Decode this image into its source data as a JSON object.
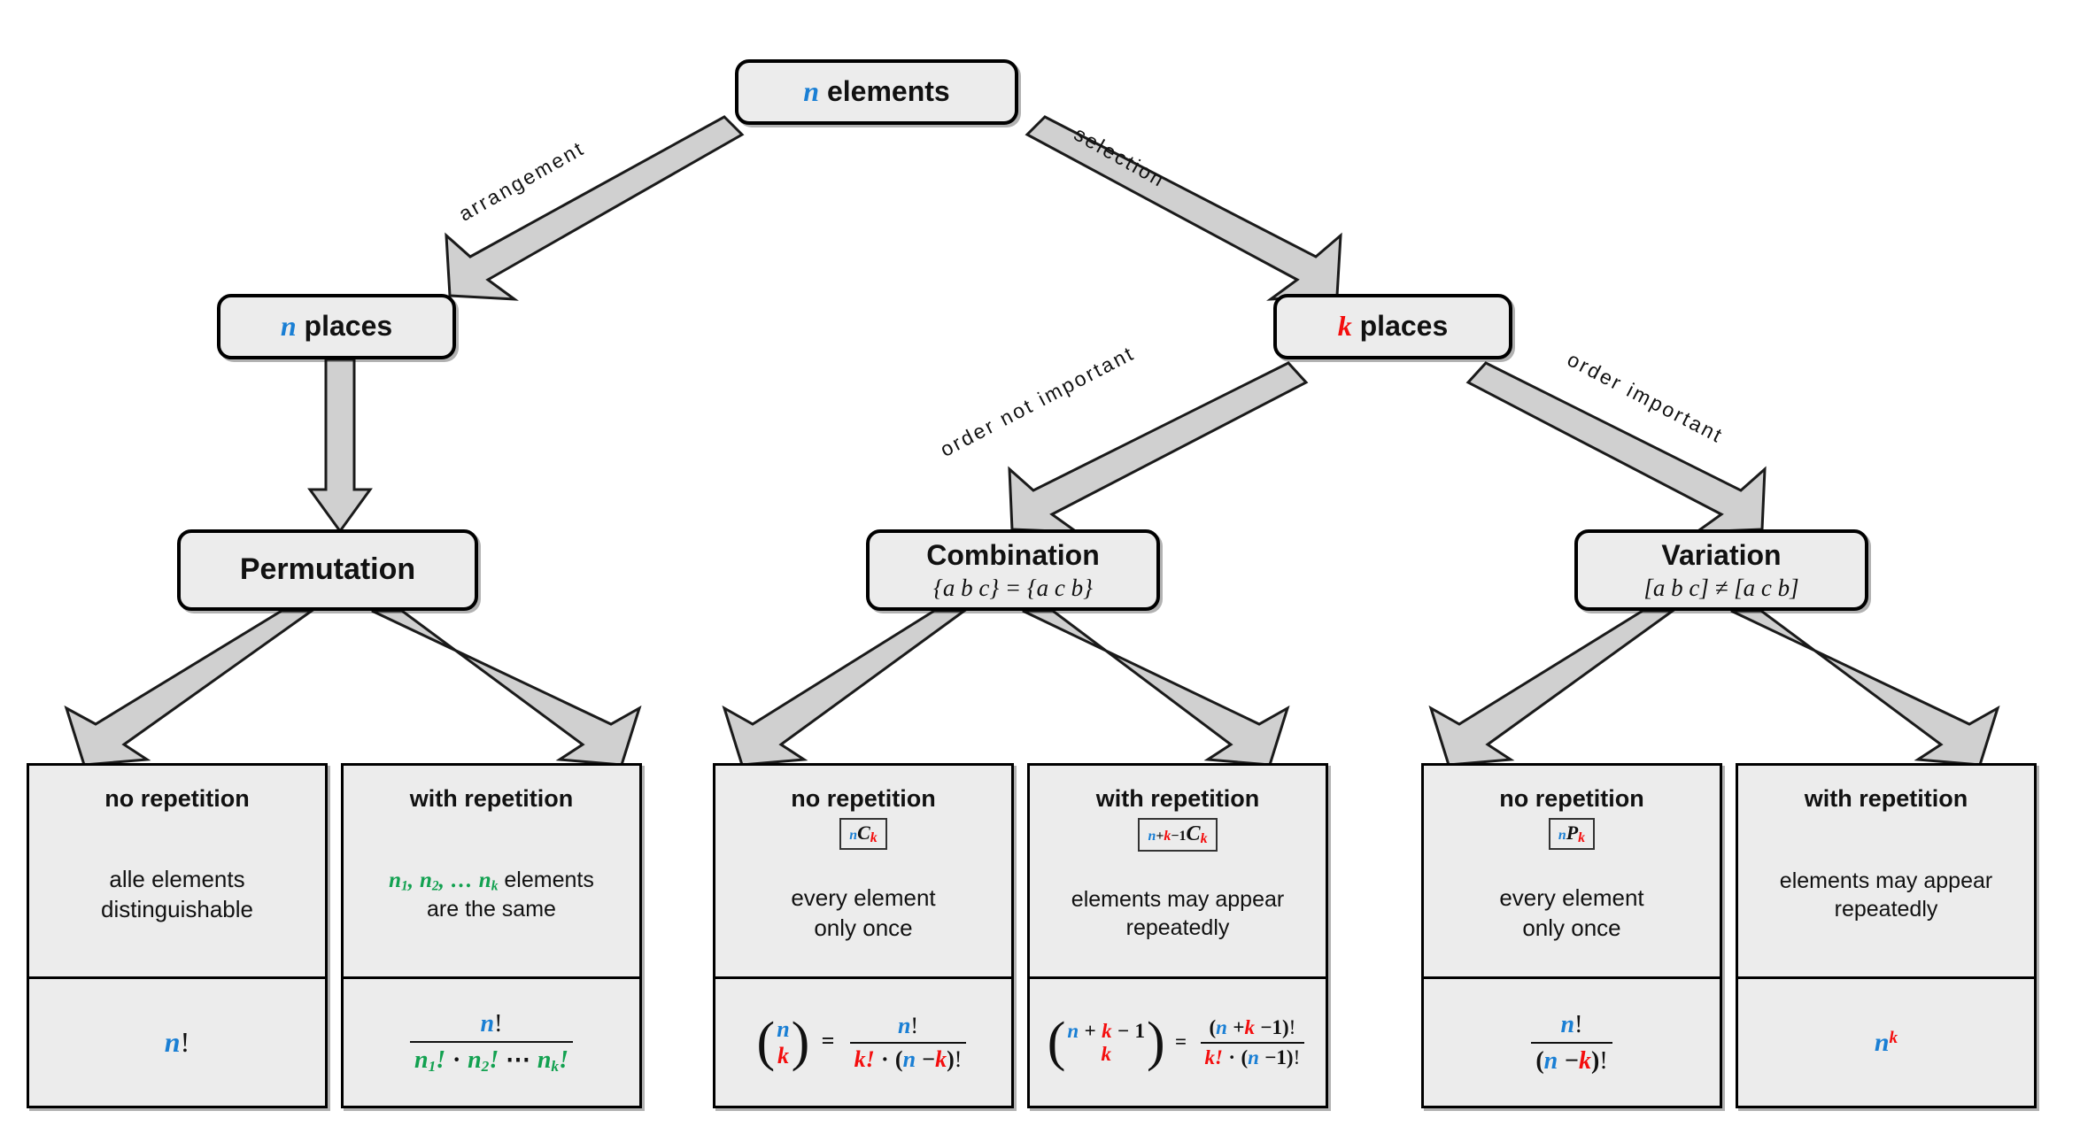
{
  "diagram": {
    "title": "Combinatorics decision tree",
    "colors": {
      "n": "#1a7fd4",
      "k": "#f40d0d",
      "green": "#12a150",
      "box_fill": "#ececec",
      "arrow_fill": "#d0d0d0",
      "stroke": "#000000"
    }
  },
  "root": {
    "label_n": "n",
    "label_text": " elements"
  },
  "edges": {
    "arrangement": "arrangement",
    "selection": "selection",
    "order_not_important": "order not important",
    "order_important": "order important"
  },
  "level2": {
    "n_places": {
      "var": "n",
      "text": " places"
    },
    "k_places": {
      "var": "k",
      "text": " places"
    }
  },
  "level3": [
    {
      "title": "Permutation",
      "sub": ""
    },
    {
      "title": "Combination",
      "sub": "{a b c} = {a c b}"
    },
    {
      "title": "Variation",
      "sub": "[a b c] ≠ [a c b]"
    }
  ],
  "leaves": [
    {
      "head": "no repetition",
      "notation": "",
      "desc_line1": "alle elements",
      "desc_line2": "distinguishable",
      "formula": "n!"
    },
    {
      "head": "with repetition",
      "notation": "",
      "desc_line1": "n₁, n₂, … nₖ elements",
      "desc_line2": "are the same",
      "formula": "n! / (n₁! · n₂! ⋯ nₖ!)"
    },
    {
      "head": "no repetition",
      "notation": "nCk",
      "desc_line1": "every element",
      "desc_line2": "only once",
      "formula": "(n over k) = n! / (k! · (n − k)!)"
    },
    {
      "head": "with repetition",
      "notation": "n+k−1Ck",
      "desc_line1": "elements may appear",
      "desc_line2": "repeatedly",
      "formula": "(n + k − 1 over k) = (n + k − 1)! / (k! · (n − 1)!)"
    },
    {
      "head": "no repetition",
      "notation": "nPk",
      "desc_line1": "every element",
      "desc_line2": "only once",
      "formula": "n! / (n − k)!"
    },
    {
      "head": "with repetition",
      "notation": "",
      "desc_line1": "elements may appear",
      "desc_line2": "repeatedly",
      "formula": "nᵏ"
    }
  ],
  "symbols": {
    "n": "n",
    "k": "k",
    "C": "C",
    "P": "P",
    "factorial": "!",
    "plus": "+",
    "minus": "−",
    "one": "1",
    "equals": "=",
    "cdot": "·",
    "ellipsis": "⋯",
    "lparen": "(",
    "rparen": ")",
    "n1": "n",
    "n2": "n",
    "nk": "n",
    "sub1": "1",
    "sub2": "2",
    "subk": "k",
    "comma": ",",
    "dots": "…"
  }
}
